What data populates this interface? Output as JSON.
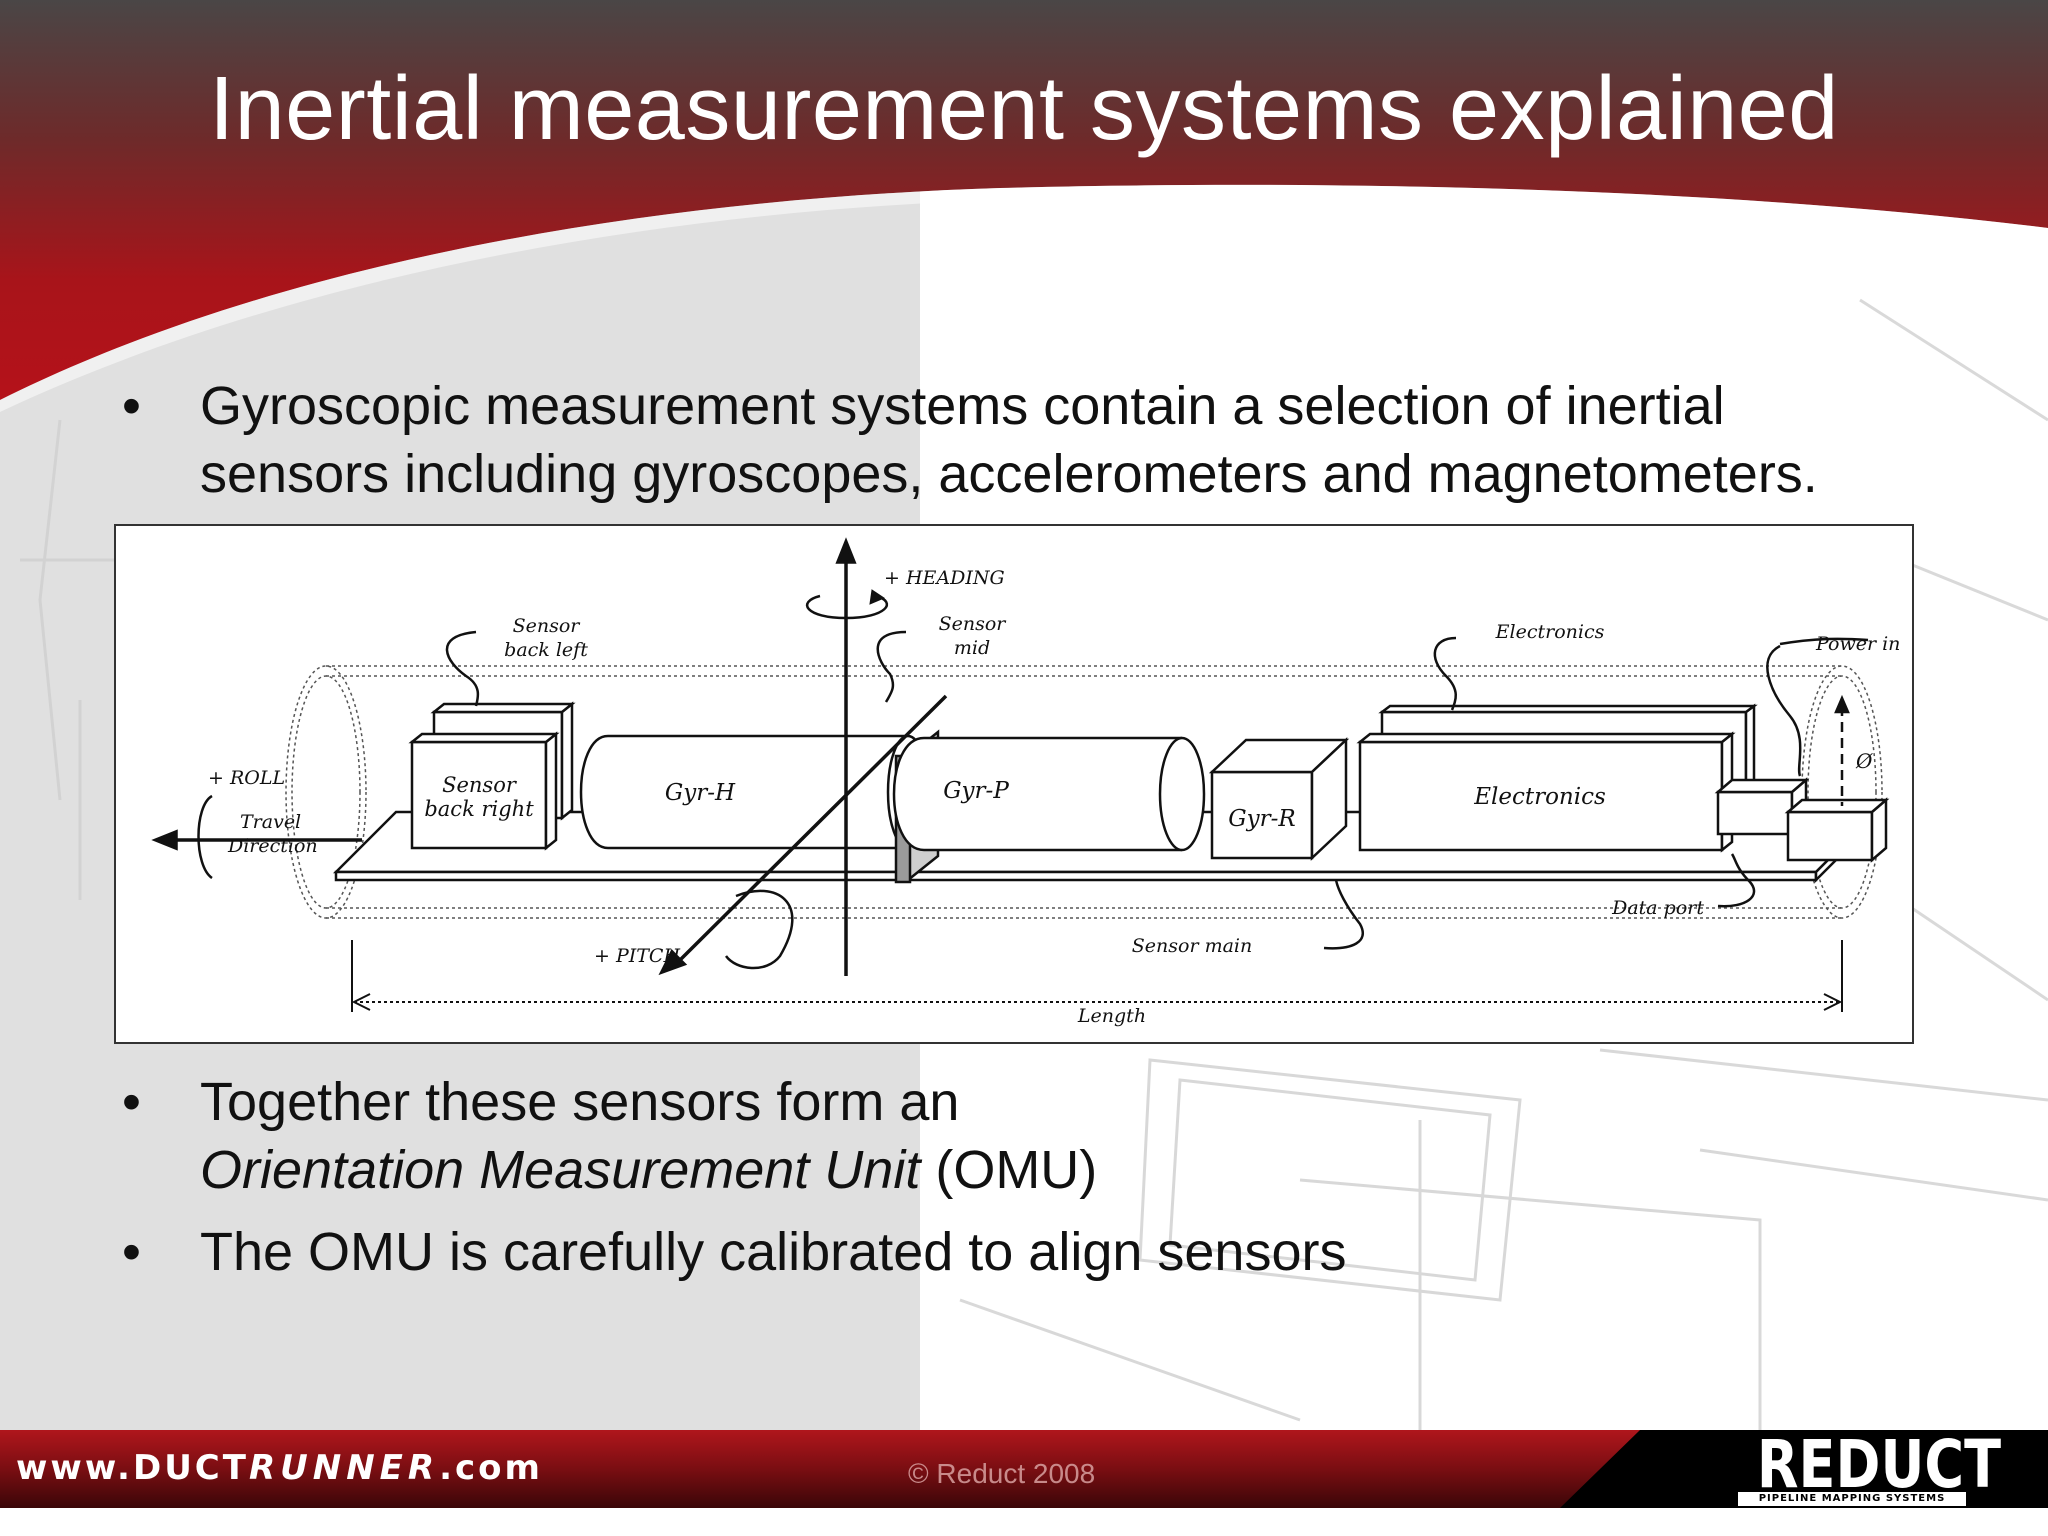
{
  "slide": {
    "title": "Inertial measurement systems explained"
  },
  "bullets": {
    "b1_line1": "Gyroscopic measurement systems contain a selection of inertial",
    "b1_line2": "sensors including gyroscopes, accelerometers and magnetometers.",
    "b2_line1": "Together these sensors form an",
    "b2_italic": "Orientation Measurement Unit",
    "b2_rest": " (OMU)",
    "b3_line1": "The OMU is carefully calibrated to align sensors",
    "dot": "•"
  },
  "figure": {
    "heading": "+ HEADING",
    "sensor_back_left_1": "Sensor",
    "sensor_back_left_2": "back left",
    "sensor_mid_1": "Sensor",
    "sensor_mid_2": "mid",
    "electronics_top": "Electronics",
    "power_in": "Power in",
    "roll": "+ ROLL",
    "travel_1": "Travel",
    "travel_2": "Direction",
    "sensor_back_right_1": "Sensor",
    "sensor_back_right_2": "back right",
    "gyr_h": "Gyr-H",
    "gyr_p": "Gyr-P",
    "gyr_r": "Gyr-R",
    "electronics_box": "Electronics",
    "diameter": "Ø",
    "data_port": "Data port",
    "sensor_main": "Sensor main",
    "pitch": "+ PITCH",
    "length": "Length"
  },
  "footer": {
    "url_prefix": "www.DUCT",
    "url_strong": "RUNNER",
    "url_suffix": ".com",
    "copyright": "© Reduct 2008",
    "logo": "REDUCT",
    "logo_sub": "PIPELINE MAPPING SYSTEMS"
  },
  "colors": {
    "header_dark": "#4a4646",
    "header_red": "#a8141a",
    "footer_red": "#8e1216",
    "footer_black": "#000000"
  }
}
